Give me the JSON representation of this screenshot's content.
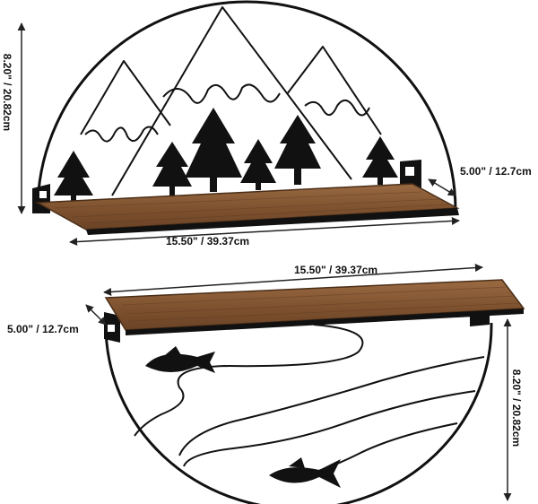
{
  "dimensions": {
    "top_width": "15.50\" / 39.37cm",
    "top_depth": "5.00\" / 12.7cm",
    "top_height": "8.20\" / 20.82cm",
    "bottom_width": "15.50\" / 39.37cm",
    "bottom_depth": "5.00\" / 12.7cm",
    "bottom_height": "8.20\" / 20.82cm"
  },
  "colors": {
    "wood": "#8a5a36",
    "wood_dark": "#5e3a20",
    "metal": "#111111",
    "arrow": "#222222"
  },
  "icons": [
    "pine-tree-icon",
    "fish-icon",
    "mountain-icon"
  ]
}
